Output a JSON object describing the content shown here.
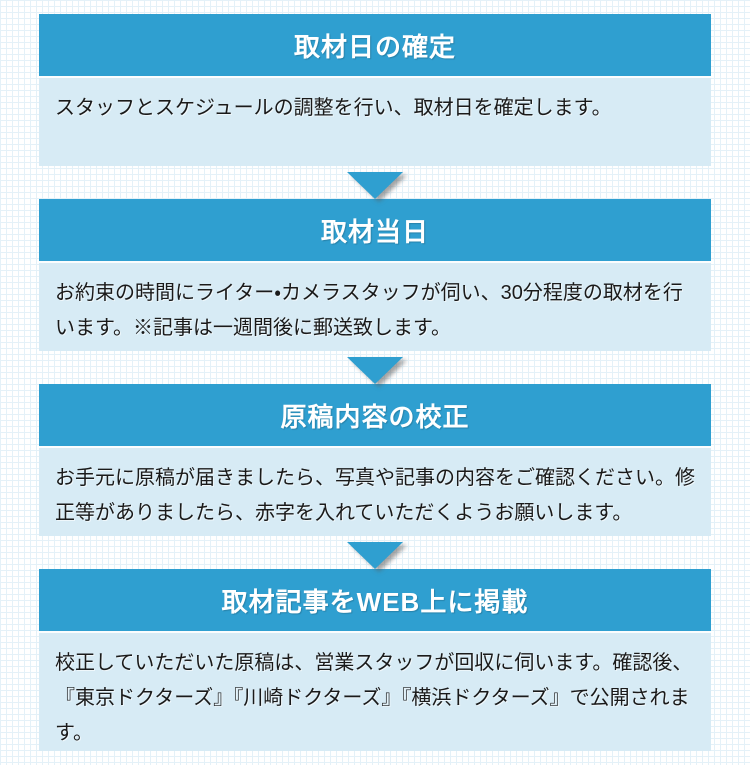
{
  "flow": {
    "steps": [
      {
        "title": "取材日の確定",
        "description": "スタッフとスケジュールの調整を行い、取材日を確定します。"
      },
      {
        "title": "取材当日",
        "description": "お約束の時間にライター・カメラスタッフが伺い、30分程度の取材を行います。※記事は一週間後に郵送致します。"
      },
      {
        "title": "原稿内容の校正",
        "description": "お手元に原稿が届きましたら、写真や記事の内容をご確認ください。修正等がありましたら、赤字を入れていただくようお願いします。"
      },
      {
        "title": "取材記事をWEB上に掲載",
        "description": "校正していただいた原稿は、営業スタッフが回収に伺います。確認後、『東京ドクターズ』『川崎ドクターズ』『横浜ドクターズ』で公開されます。"
      }
    ],
    "colors": {
      "header_bg": "#2f9fd0",
      "body_bg": "#d7ebf5",
      "arrow": "#2f9fd0",
      "header_text": "#ffffff",
      "body_text": "#1a1a1a",
      "grid_line": "#e4f1f8",
      "page_bg": "#ffffff"
    },
    "icons": [
      "down-arrow-icon"
    ]
  }
}
